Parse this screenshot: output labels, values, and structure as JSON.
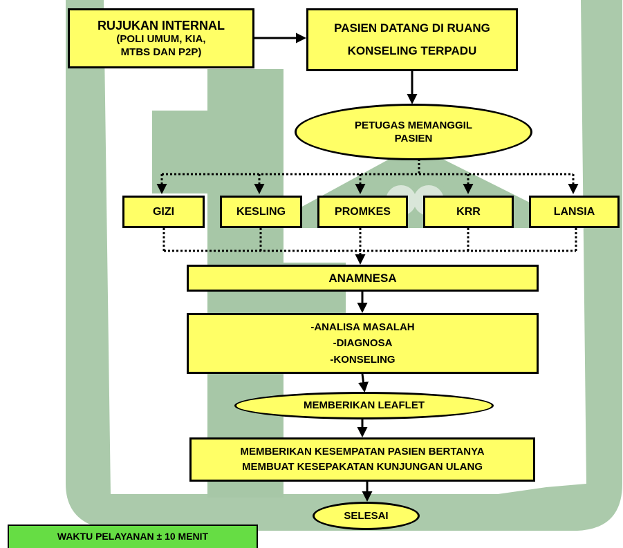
{
  "colors": {
    "box_fill": "#ffff66",
    "stroke": "#000000",
    "time_fill": "#66dd44",
    "watermark": "#a7c7a7"
  },
  "referral": {
    "title": "RUJUKAN INTERNAL",
    "line1": "(POLI UMUM, KIA,",
    "line2": "MTBS DAN P2P)"
  },
  "arrival": {
    "line1": "PASIEN DATANG DI RUANG",
    "line2": "KONSELING TERPADU"
  },
  "call": {
    "line1": "PETUGAS MEMANGGIL",
    "line2": "PASIEN"
  },
  "services": [
    "GIZI",
    "KESLING",
    "PROMKES",
    "KRR",
    "LANSIA"
  ],
  "anamnesa": "ANAMNESA",
  "analysis": {
    "line1": "-ANALISA MASALAH",
    "line2": "-DIAGNOSA",
    "line3": "-KONSELING"
  },
  "leaflet": "MEMBERIKAN LEAFLET",
  "questions": {
    "line1": "MEMBERIKAN KESEMPATAN PASIEN BERTANYA",
    "line2": "MEMBUAT KESEPAKATAN KUNJUNGAN ULANG"
  },
  "done": "SELESAI",
  "service_time": "WAKTU PELAYANAN ± 10 MENIT"
}
